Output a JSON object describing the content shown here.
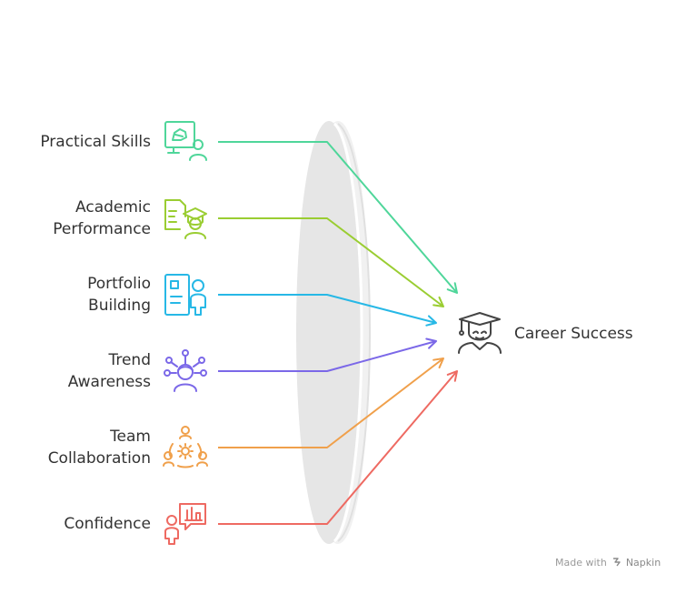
{
  "diagram": {
    "factors": [
      {
        "lines": [
          "Practical Skills"
        ],
        "color": "#4fd69a",
        "icon": "presentation-icon"
      },
      {
        "lines": [
          "Academic",
          "Performance"
        ],
        "color": "#9acd32",
        "icon": "graduate-document-icon"
      },
      {
        "lines": [
          "Portfolio",
          "Building"
        ],
        "color": "#27b8e6",
        "icon": "portfolio-profile-icon"
      },
      {
        "lines": [
          "Trend",
          "Awareness"
        ],
        "color": "#7b68e8",
        "icon": "network-person-icon"
      },
      {
        "lines": [
          "Team",
          "Collaboration"
        ],
        "color": "#f0a04b",
        "icon": "team-gear-icon"
      },
      {
        "lines": [
          "Confidence"
        ],
        "color": "#ee6a62",
        "icon": "speaker-presentation-icon"
      }
    ],
    "target": {
      "label": "Career Success",
      "icon": "graduate-person-icon",
      "color": "#444444"
    },
    "lens_color": "#e8e8e8"
  },
  "credit": {
    "prefix": "Made with",
    "brand": "Napkin",
    "icon": "napkin-logo-icon"
  }
}
